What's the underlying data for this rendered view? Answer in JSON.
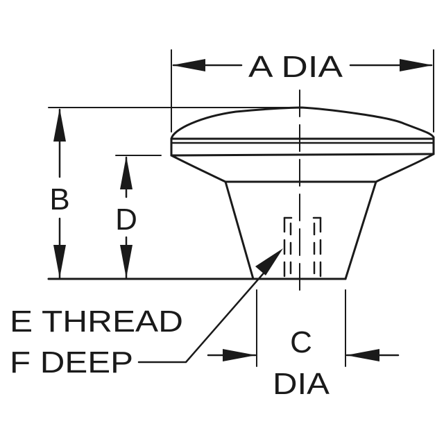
{
  "labels": {
    "a_dia": "A DIA",
    "b": "B",
    "d": "D",
    "c": "C",
    "c_dia": "DIA",
    "e_thread": "E THREAD",
    "f_deep": "F DEEP"
  }
}
